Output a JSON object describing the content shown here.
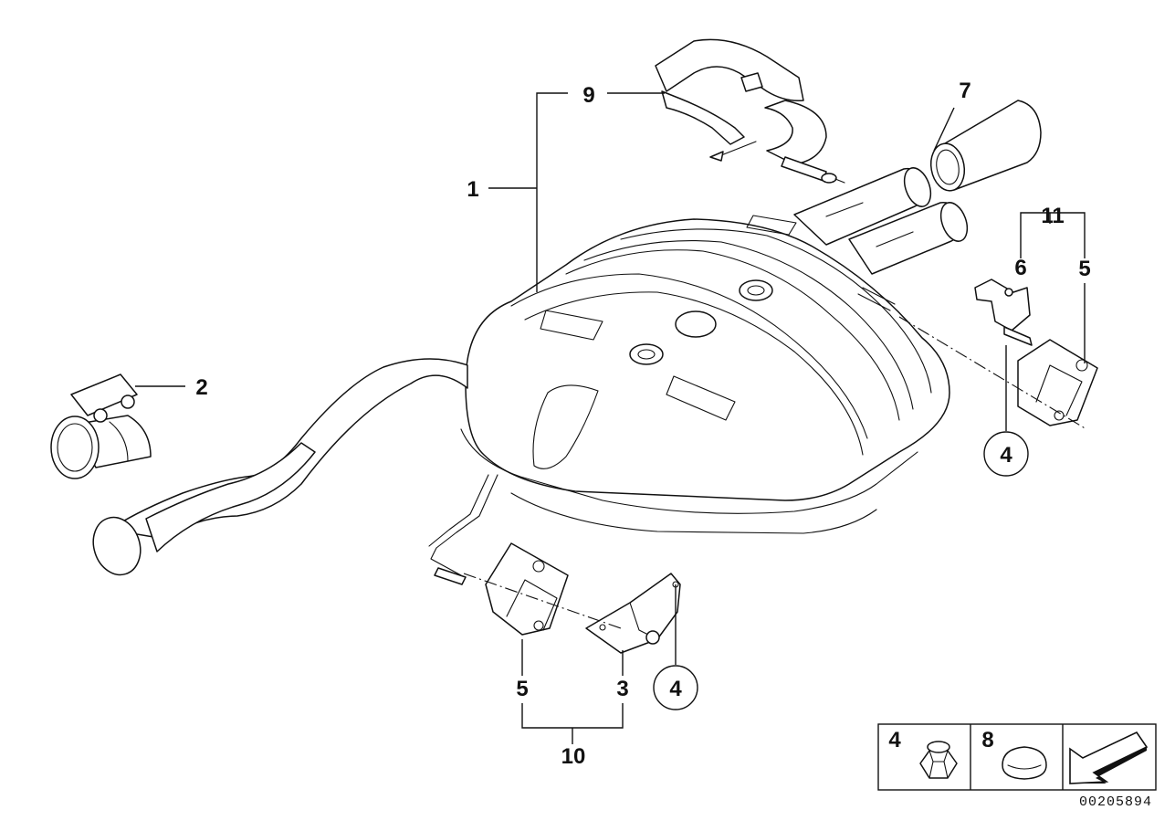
{
  "callouts": {
    "n1": "1",
    "n2": "2",
    "n3": "3",
    "n4a": "4",
    "n4b": "4",
    "n5a": "5",
    "n5b": "5",
    "n6": "6",
    "n7": "7",
    "n9": "9",
    "n10": "10",
    "n11": "11"
  },
  "legend": {
    "item_nut": {
      "number": "4",
      "icon": "hex-nut-icon"
    },
    "item_plug": {
      "number": "8",
      "icon": "blanking-plug-icon"
    },
    "direction_icon": "forward-arrow-icon"
  },
  "reference_number": "00205894"
}
